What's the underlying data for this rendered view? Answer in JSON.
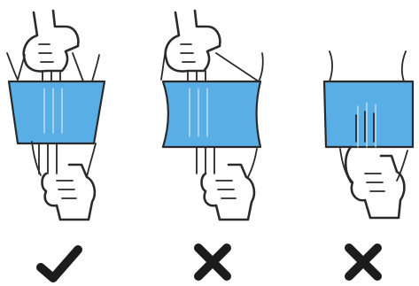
{
  "panels": [
    {
      "id": "correct",
      "band_color": "#5aaee6",
      "verdict": "check"
    },
    {
      "id": "incorrect-narrow-middle",
      "band_color": "#5aaee6",
      "verdict": "cross"
    },
    {
      "id": "incorrect-bottom-grip",
      "band_color": "#5aaee6",
      "verdict": "cross"
    }
  ],
  "icons": {
    "correct": "checkmark-icon",
    "incorrect": "cross-icon"
  },
  "colors": {
    "band": "#5aaee6",
    "outline": "#2a2a2a",
    "mark": "#1c1c1c"
  }
}
